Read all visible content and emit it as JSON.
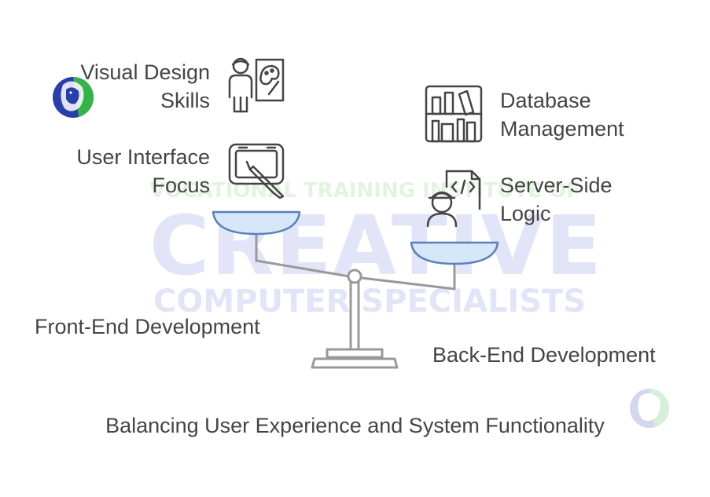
{
  "diagram": {
    "title": "Balancing User Experience and System Functionality",
    "left_side": {
      "label": "Front-End Development",
      "items": [
        {
          "label": "Visual Design Skills",
          "line1": "Visual Design",
          "line2": "Skills",
          "icon": "designer-palette-icon"
        },
        {
          "label": "User Interface Focus",
          "line1": "User Interface",
          "line2": "Focus",
          "icon": "tablet-pen-icon"
        }
      ]
    },
    "right_side": {
      "label": "Back-End Development",
      "items": [
        {
          "label": "Database Management",
          "line1": "Database",
          "line2": "Management",
          "icon": "bookshelf-icon"
        },
        {
          "label": "Server-Side Logic",
          "line1": "Server-Side",
          "line2": "Logic",
          "icon": "developer-code-icon"
        }
      ]
    }
  },
  "watermark": {
    "line_top": "VOCATIONAL TRAINING INSTITUTE OF",
    "line_main": "CREATIVE",
    "line_sub": "COMPUTER SPECIALISTS"
  },
  "colors": {
    "text": "#444444",
    "line": "#4a4a4a",
    "pan_fill": "#d5e7f8",
    "pan_stroke": "#5b7fb8",
    "scale_stroke": "#999999",
    "watermark_blue": "#d9dcf5",
    "watermark_green": "#dff3dc",
    "logo_blue": "#2b3da8",
    "logo_green": "#37b24a"
  }
}
